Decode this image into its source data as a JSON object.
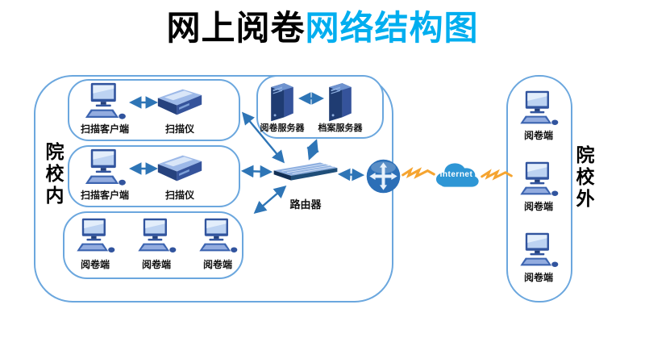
{
  "title": {
    "prefix": "网上阅卷",
    "suffix": "网络结构图"
  },
  "inside_zone": {
    "label": "院校内",
    "scan_group_1": {
      "client": "扫描客户端",
      "scanner": "扫描仪"
    },
    "scan_group_2": {
      "client": "扫描客户端",
      "scanner": "扫描仪"
    },
    "terminal_group": {
      "t1": "阅卷端",
      "t2": "阅卷端",
      "t3": "阅卷端"
    }
  },
  "server_group": {
    "marking_server": "阅卷服务器",
    "archive_server": "档案服务器"
  },
  "router": {
    "label": "路由器"
  },
  "internet": {
    "label": "Internet"
  },
  "outside_zone": {
    "label": "院校外",
    "t1": "阅卷端",
    "t2": "阅卷端",
    "t3": "阅卷端"
  },
  "colors": {
    "title_accent": "#00AEEF",
    "box_border": "#6BA7DE",
    "arrow": "#2E75B6",
    "lightning": "#F5A430",
    "cloud": "#2E96D5"
  }
}
